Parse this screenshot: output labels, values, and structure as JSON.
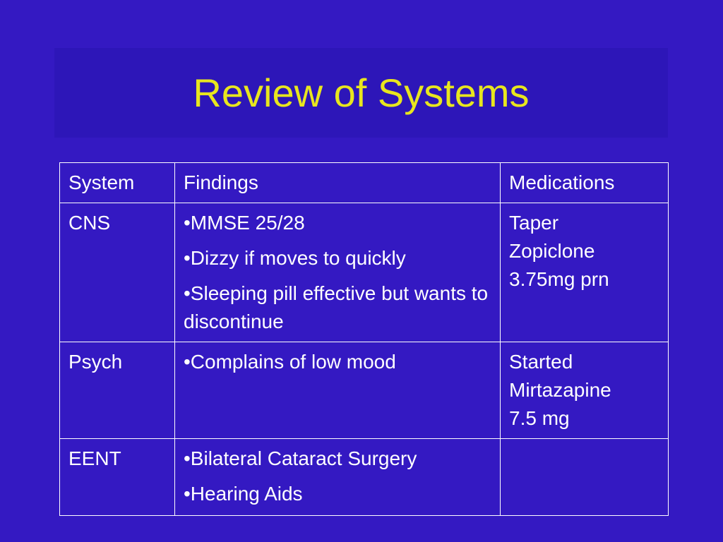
{
  "slide": {
    "title": "Review of Systems"
  },
  "table": {
    "headers": [
      "System",
      "Findings",
      "Medications"
    ],
    "rows": [
      {
        "system": "CNS",
        "findings": [
          "•MMSE 25/28",
          "•Dizzy if moves to quickly",
          "•Sleeping pill effective but wants to discontinue"
        ],
        "medications": [
          "Taper",
          "Zopiclone",
          "3.75mg prn"
        ]
      },
      {
        "system": "Psych",
        "findings": [
          "•Complains of low mood"
        ],
        "medications": [
          "Started",
          "Mirtazapine",
          "7.5 mg"
        ]
      },
      {
        "system": "EENT",
        "findings": [
          "•Bilateral Cataract Surgery",
          "•Hearing Aids"
        ],
        "medications": []
      }
    ]
  },
  "colors": {
    "background": "#3419c2",
    "title_band": "#2d16b8",
    "title_text": "#e8e61e",
    "table_text": "#ffffff"
  }
}
